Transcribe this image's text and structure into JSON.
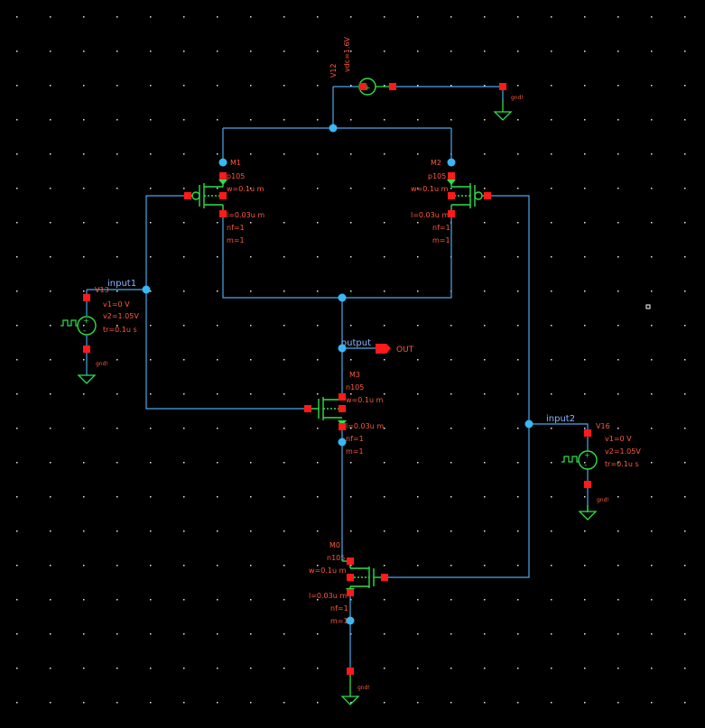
{
  "colors": {
    "background": "#000000",
    "wire": "#4aa8e8",
    "node": "#38b8f5",
    "device": "#2ee04a",
    "label": "#ff5a3c",
    "pin": "#ff1a1a",
    "net_label": "#8ab4ff",
    "grid_dot": "#ffffff"
  },
  "supply": {
    "name": "V12",
    "params": [
      "vdc=1.6V"
    ],
    "ground_label": "gnd!"
  },
  "transistors": {
    "M1": {
      "name": "M1",
      "model": "p105",
      "params": [
        "w=0.1u m",
        "l=0.03u m",
        "nf=1",
        "m=1"
      ]
    },
    "M2": {
      "name": "M2",
      "model": "p105",
      "params": [
        "w=0.1u m",
        "l=0.03u m",
        "nf=1",
        "m=1"
      ]
    },
    "M3": {
      "name": "M3",
      "model": "n105",
      "params": [
        "w=0.1u m",
        "l=0.03u m",
        "nf=1",
        "m=1"
      ]
    },
    "M0": {
      "name": "M0",
      "model": "n105",
      "params": [
        "w=0.1u m",
        "l=0.03u m",
        "nf=1",
        "m=1"
      ]
    }
  },
  "sources": {
    "V13": {
      "name": "V13",
      "params": [
        "v1=0 V",
        "v2=1.05V",
        "tr=0.1u s"
      ],
      "ground_label": "gnd!"
    },
    "V16": {
      "name": "V16",
      "params": [
        "v1=0 V",
        "v2=1.05V",
        "tr=0.1u s"
      ],
      "ground_label": "gnd!"
    }
  },
  "nets": {
    "input1": "input1",
    "input2": "input2",
    "output": "output"
  },
  "pins": {
    "out": "OUT"
  },
  "bottom_ground_label": "gnd!"
}
